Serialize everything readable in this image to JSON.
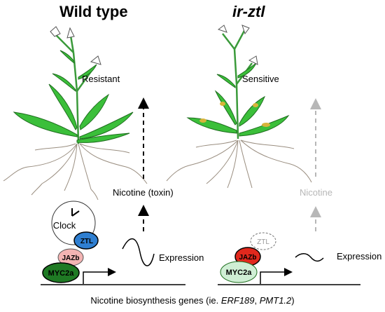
{
  "left": {
    "title": "Wild type",
    "phenotype": "Resistant",
    "product": "Nicotine (toxin)",
    "expression": "Expression",
    "clock": "Clock",
    "ztl": "ZTL",
    "jazb": "JAZb",
    "myc2a": "MYC2a"
  },
  "right": {
    "title": "ir-ztl",
    "phenotype": "Sensitive",
    "product": "Nicotine",
    "expression": "Expression",
    "ztl": "ZTL",
    "jazb": "JAZb",
    "myc2a": "MYC2a"
  },
  "caption": {
    "prefix": "Nicotine biosynthesis genes (ie. ",
    "gene1": "ERF189",
    "sep": ", ",
    "gene2": "PMT1.2",
    "suffix": ")"
  },
  "colors": {
    "ztl_wt": "#2f7fd1",
    "jazb_wt": "#f3b4b3",
    "myc2a_wt": "#1f7a24",
    "jazb_mut": "#e1281d",
    "myc2a_mut": "#cfeed4",
    "leaf_green": "#3bbf3a",
    "faded": "#b7b7b7"
  }
}
